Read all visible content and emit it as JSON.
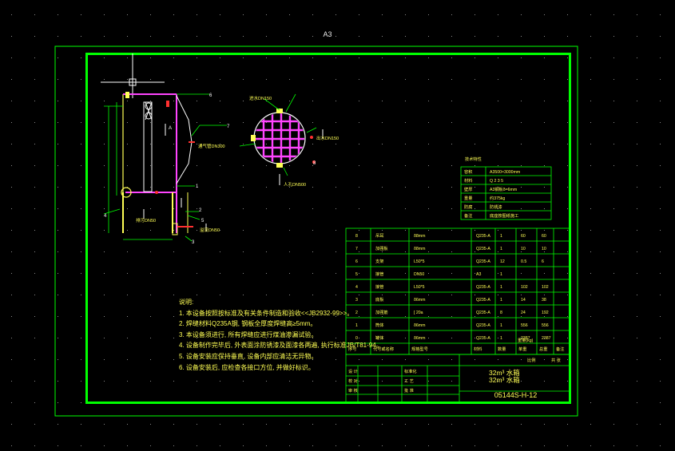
{
  "sheet_size": "A3",
  "notes": {
    "heading": "说明:",
    "items": [
      "1. 本设备按照按标准及有关条件制造和验收<<JB2932-99>>。",
      "2. 焊缝材料Q235A钢, 钢板全厚度焊缝高≥5mm。",
      "3. 本设备须进行, 所有焊缝应进行煤油渗漏试验。",
      "4. 设备制作完毕后, 外表面涂防锈漆及面漆各两遍, 执行标准JB/T81-94。",
      "5. 设备安装应保持垂直, 设备内部应清洁无异物。",
      "6. 设备安装后, 应检查各接口方位, 并做好标识。"
    ]
  },
  "callouts": {
    "manhole": "人孔DN500",
    "inlet_top": "进水DN150",
    "outlet": "出水DN150",
    "drain": "排污DN50",
    "overflow": "溢流DN50",
    "vent": "通气管DN300",
    "balloon_labels": [
      "6",
      "7",
      "1",
      "2",
      "3",
      "4",
      "5",
      "8"
    ],
    "section_mark": "A"
  },
  "tech_table": {
    "title": "技术特性",
    "rows": [
      [
        "容积",
        "A3500×3000mm"
      ],
      [
        "材料",
        "Q 2 3 5"
      ],
      [
        "壁厚",
        "A3钢板δ=6mm"
      ],
      [
        "重量",
        "约375kg"
      ],
      [
        "防腐",
        "防锈漆"
      ],
      [
        "备注",
        "底座按图纸施工"
      ]
    ]
  },
  "parts_table": {
    "rows": [
      [
        "8",
        "吊耳",
        "δ8mm",
        "Q235-A",
        "1",
        "60",
        "60"
      ],
      [
        "7",
        "加强板",
        "δ8mm",
        "Q235-A",
        "1",
        "10",
        "10"
      ],
      [
        "6",
        "支架",
        "L50*5",
        "Q235-A",
        "12",
        "0.5",
        "6"
      ],
      [
        "5",
        "接管",
        "DN50",
        "A3",
        "1",
        "",
        ""
      ],
      [
        "4",
        "接管",
        "L50*5",
        "Q235-A",
        "1",
        "102",
        "102"
      ],
      [
        "3",
        "底板",
        "δ6mm",
        "Q235-A",
        "1",
        "14",
        "38"
      ],
      [
        "2",
        "加强筋",
        "[ 20a",
        "Q235-A",
        "8",
        "24",
        "192"
      ],
      [
        "1",
        "筒体",
        "δ6mm",
        "Q235-A",
        "1",
        "556",
        "556"
      ],
      [
        "0",
        "罐体",
        "δ6mm",
        "Q235-A",
        "1",
        "2387",
        "2387"
      ]
    ],
    "header": [
      "序号",
      "代号或名称",
      "规格型号",
      "材料",
      "数量",
      "单重",
      "总重",
      "备注"
    ],
    "unit": "重量(kg)"
  },
  "title_block": {
    "left_labels": [
      "设 计",
      "校 对",
      "审 核"
    ],
    "mid_labels": [
      "标准化",
      "工 艺",
      "批 准"
    ],
    "product_line1": "32m³ 水箱",
    "product_line2": "32m³ 水箱",
    "drawing_no": "05144S-H-12",
    "scale_label": "比例",
    "sheet_label": "共 张"
  },
  "colors": {
    "frame": "#00ff00",
    "text": "#ffff55",
    "pipe": "#ff44ff",
    "outline": "#ffffff",
    "marker": "#ff3030",
    "cyan": "#22ffff"
  }
}
